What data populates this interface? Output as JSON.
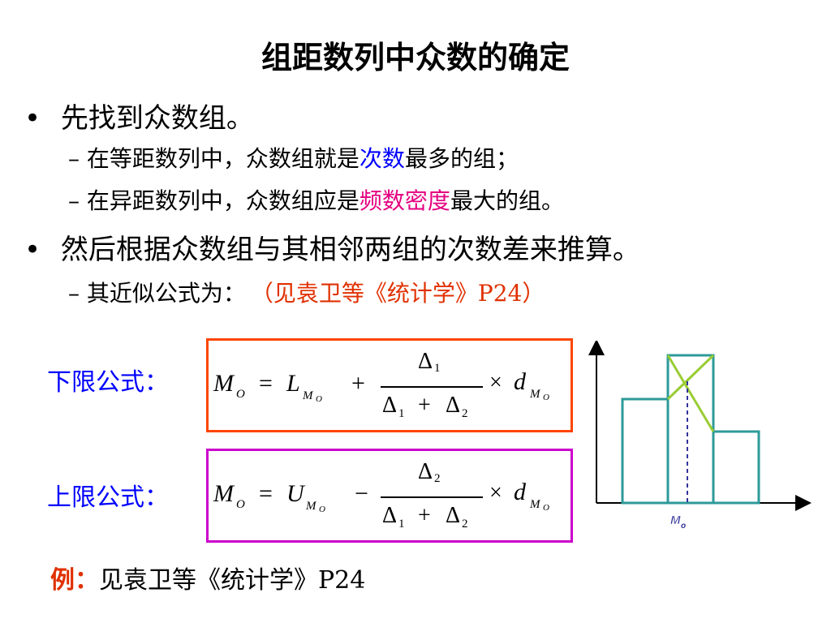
{
  "title": "组距数列中众数的确定",
  "bullets": [
    {
      "text": "先找到众数组。",
      "sub": [
        {
          "before": "在等距数列中，众数组就是",
          "highlight": "次数",
          "after": "最多的组；"
        },
        {
          "before": "在异距数列中，众数组应是",
          "highlight": "频数密度",
          "after": "最大的组。"
        }
      ]
    },
    {
      "text": "然后根据众数组与其相邻两组的次数差来推算。",
      "sub": [
        {
          "before": "其近似公式为：",
          "highlight": "（见袁卫等《统计学》P24）"
        }
      ]
    }
  ],
  "formulas": {
    "lower": {
      "label": "下限公式：",
      "lhs": "M",
      "lhs_sub": "O",
      "eq": "=",
      "limit": "L",
      "limit_sub": "M",
      "limit_subsub": "O",
      "op": "+",
      "num": "Δ",
      "num_sub": "1",
      "den_a": "Δ",
      "den_a_sub": "1",
      "den_plus": "+",
      "den_b": "Δ",
      "den_b_sub": "2",
      "times": "×",
      "d": "d",
      "d_sub": "M",
      "d_subsub": "O",
      "border_color": "#ff4500"
    },
    "upper": {
      "label": "上限公式：",
      "lhs": "M",
      "lhs_sub": "O",
      "eq": "=",
      "limit": "U",
      "limit_sub": "M",
      "limit_subsub": "O",
      "op": "−",
      "num": "Δ",
      "num_sub": "2",
      "den_a": "Δ",
      "den_a_sub": "1",
      "den_plus": "+",
      "den_b": "Δ",
      "den_b_sub": "2",
      "times": "×",
      "d": "d",
      "d_sub": "M",
      "d_subsub": "O",
      "border_color": "#cc00cc"
    }
  },
  "diagram": {
    "mode_label": "M",
    "mode_label_sub": "o",
    "bar_color": "#2e9a9a",
    "cross_color": "#99cc33",
    "mode_line_color": "#333399"
  },
  "example": {
    "label": "例：",
    "text": "见袁卫等《统计学》P24"
  }
}
